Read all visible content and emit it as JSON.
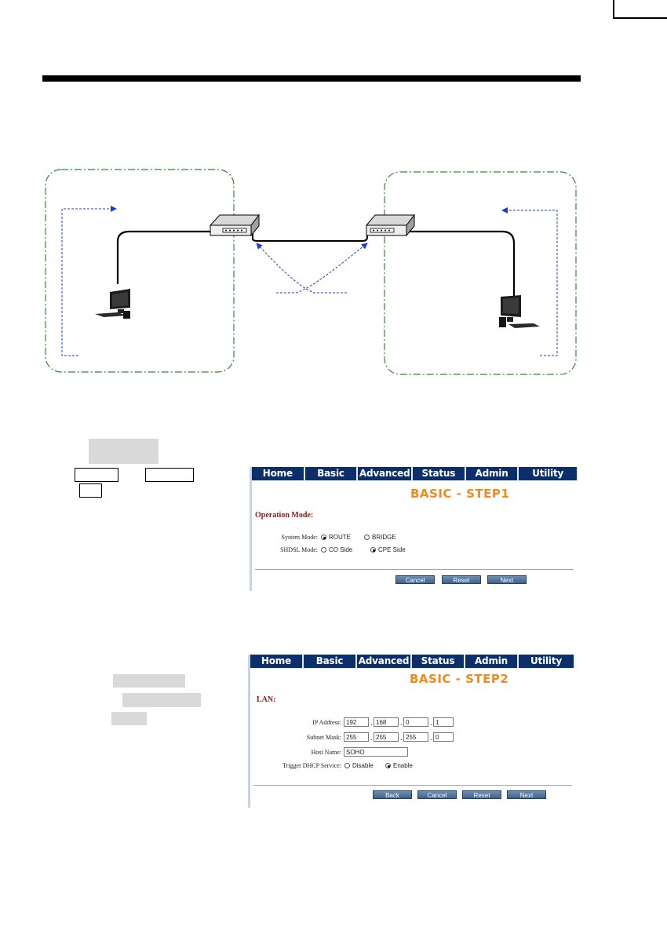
{
  "ui_step1": {
    "nav": [
      "Home",
      "Basic",
      "Advanced",
      "Status",
      "Admin",
      "Utility"
    ],
    "title": "BASIC - STEP1",
    "section": "Operation Mode:",
    "system_mode_label": "System Mode:",
    "system_mode_options": [
      "ROUTE",
      "BRIDGE"
    ],
    "shdsl_mode_label": "SHDSL Mode:",
    "shdsl_mode_options": [
      "CO Side",
      "CPE Side"
    ],
    "buttons": [
      "Cancel",
      "Reset",
      "Next"
    ]
  },
  "ui_step2": {
    "nav": [
      "Home",
      "Basic",
      "Advanced",
      "Status",
      "Admin",
      "Utility"
    ],
    "title": "BASIC - STEP2",
    "section": "LAN:",
    "ip_label": "IP Address:",
    "ip_values": [
      "192",
      "168",
      "0",
      "1"
    ],
    "mask_label": "Subnet Mask:",
    "mask_values": [
      "255",
      "255",
      "255",
      "0"
    ],
    "host_label": "Host Name:",
    "host_value": "SOHO",
    "dhcp_label": "Trigger DHCP Service:",
    "dhcp_options": [
      "Disable",
      "Enable"
    ],
    "buttons": [
      "Back",
      "Cancel",
      "Reset",
      "Next"
    ]
  },
  "colors": {
    "nav_bg": "#0b2f6b",
    "title_orange": "#f08a1c",
    "section_red": "#8b1a1a",
    "boundary_green": "#2e8b2e",
    "arrow_blue": "#1a3fd0"
  }
}
